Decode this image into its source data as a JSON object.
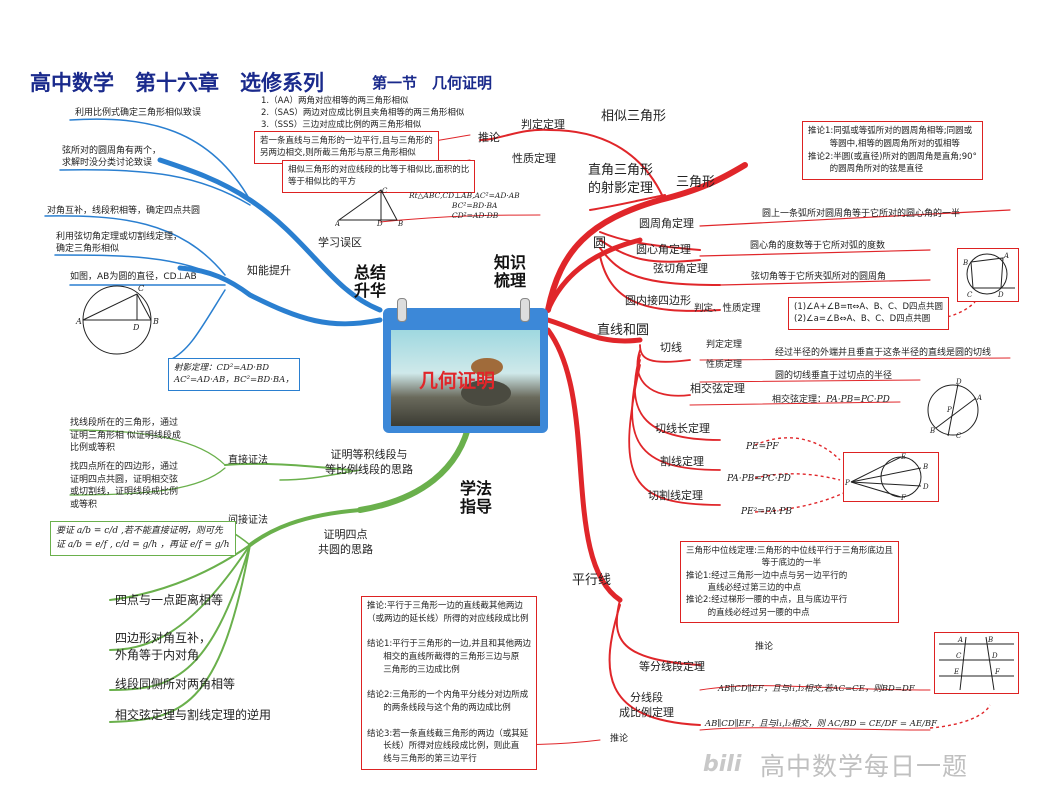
{
  "header": {
    "title": "高中数学　第十六章　选修系列",
    "section": "第一节　几何证明"
  },
  "center": {
    "banner": "几何证明"
  },
  "hubs": {
    "summary": [
      "总结",
      "升华"
    ],
    "knowledge": [
      "知识",
      "梳理"
    ],
    "method": [
      "学法",
      "指导"
    ]
  },
  "summary": {
    "mistakes_label": "学习误区",
    "mistake1": "利用比例式确定三角形相似致误",
    "mistake2": [
      "弦所对的圆周角有两个，",
      "求解时没分类讨论致误"
    ],
    "improve_label": "知能提升",
    "improve1": "对角互补，线段积相等，确定四点共圆",
    "improve2": [
      "利用弦切角定理或切割线定理，",
      "确定三角形相似"
    ],
    "improve3": "如图，AB为圆的直径，CD⊥AB",
    "shadow_box": [
      "射影定理：CD²=AD·BD",
      "AC²=AD·AB，BC²=BD·BA，"
    ]
  },
  "similar": {
    "label": "相似三角形",
    "judge_label": "判定定理",
    "cases": [
      "1.（AA）两角对应相等的两三角形相似",
      "2.（SAS）两边对应成比例且夹角相等的两三角形相似",
      "3.（SSS）三边对应成比例的两三角形相似"
    ],
    "corollary_label": "推论",
    "corollary_box": [
      "若一条直线与三角形的一边平行,且与三角形的",
      "另两边相交,则所截三角形与原三角形相似"
    ],
    "property_label": "性质定理",
    "property_box": [
      "相似三角形的对应线段的比等于相似比,面积的比",
      "等于相似比的平方"
    ],
    "right_label": [
      "直角三角形",
      "的射影定理"
    ],
    "right_formula": [
      "Rt△ABC,CD⊥AB,AC²=AD·AB",
      "BC²=BD·BA",
      "CD²=AD·DB"
    ]
  },
  "triangle": {
    "label": "三角形"
  },
  "inscribed_box": [
    "推论1:同弧或等弧所对的圆周角相等;同圆或",
    "等圆中,相等的圆周角所对的弧相等",
    "推论2:半圆(或直径)所对的圆周角是直角;90°",
    "的圆周角所对的弦是直径"
  ],
  "circle": {
    "label": "圆",
    "inscribed": "圆周角定理",
    "inscribed_text": "圆上一条弧所对圆周角等于它所对的圆心角的一半",
    "central": "圆心角定理",
    "central_text": "圆心角的度数等于它所对弧的度数",
    "tangent_chord": "弦切角定理",
    "tangent_chord_text": "弦切角等于它所夹弧所对的圆周角",
    "cyclic": "圆内接四边形",
    "cyclic_label": "判定、性质定理",
    "cyclic_box": [
      "(1)∠A+∠B=π⇔A、B、C、D四点共圆",
      "(2)∠a=∠B⇔A、B、C、D四点共圆"
    ]
  },
  "line_circle": {
    "label": "直线和圆",
    "tangent": "切线",
    "tangent_judge": "判定定理",
    "tangent_judge_text": "经过半径的外端并且垂直于这条半径的直线是圆的切线",
    "tangent_prop": "性质定理",
    "tangent_prop_text": "圆的切线垂直于过切点的半径",
    "intersect": "相交弦定理",
    "intersect_label": "相交弦定理：",
    "intersect_formula": "PA·PB=PC·PD",
    "tangent_len": "切线长定理",
    "tangent_len_formula": "PE=PF",
    "secant": "割线定理",
    "secant_formula": "PA·PB=PC·PD",
    "tan_secant": "切割线定理",
    "tan_secant_formula": "PE²=PA·PB"
  },
  "parallel": {
    "label": "平行线",
    "midline_box": [
      "三角形中位线定理:三角形的中位线平行于三角形底边且",
      "等于底边的一半",
      "推论1:经过三角形一边中点与另一边平行的",
      "直线必经过第三边的中点",
      "推论2:经过梯形一腰的中点，且与底边平行",
      "的直线必经过另一腰的中点"
    ],
    "equal_label": "等分线段定理",
    "equal_corollary": "推论",
    "equal_formula": "AB∥CD∥EF，且与l₁,l₂相交,若AC=CE，则BD=DF",
    "prop_label": [
      "分线段",
      "成比例定理"
    ],
    "prop_formula": "AB∥CD∥EF，且与l₁,l₂相交，则 AC/BD = CE/DF = AE/BF",
    "prop_corollary": "推论",
    "prop_box": [
      "推论:平行于三角形一边的直线截其他两边",
      "（或两边的延长线）所得的对应线段成比例",
      "结论1:平行于三角形的一边,并且和其他两边",
      "相交的直线所截得的三角形三边与原",
      "三角形的三边成比例",
      "结论2:三角形的一个内角平分线分对边所成",
      "的两条线段与这个角的两边成比例",
      "结论3:若一条直线截三角形的两边（或其延",
      "长线）所得对应线段成比例，则此直",
      "线与三角形的第三边平行"
    ]
  },
  "method": {
    "prod_label": [
      "证明等积线段与",
      "等比例线段的思路"
    ],
    "direct": "直接证法",
    "direct1": [
      "找线段所在的三角形，通过",
      "证明三角形相 似证明线段成",
      "比例或等积"
    ],
    "direct2": [
      "找四点所在的四边形，通过",
      "证明四点共圆，证明相交弦",
      "或切割线，证明线段成比例",
      "或等积"
    ],
    "indirect": "间接证法",
    "indirect_box": [
      "要证 a/b = c/d ,若不能直接证明，则可先",
      "证 a/b = e/f , c/d = g/h ，再证 e/f = g/h"
    ],
    "cyclic_label": [
      "证明四点",
      "共圆的思路"
    ],
    "cyclic_items": [
      "四点与一点距离相等",
      "四边形对角互补，",
      "外角等于内对角",
      "线段同侧所对两角相等",
      "相交弦定理与割线定理的逆用"
    ]
  },
  "watermark": "高中数学每日一题",
  "colors": {
    "title": "#1a2a8c",
    "red": "#e0262a",
    "blue": "#2a7fd0",
    "green": "#6ab04c",
    "box_red": "#d22"
  }
}
